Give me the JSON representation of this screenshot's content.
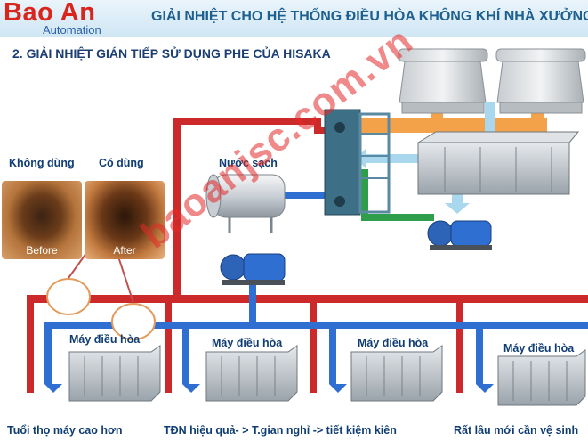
{
  "header": {
    "brand_name": "Bao An",
    "brand_sub": "Automation",
    "title": "GIẢI NHIỆT CHO HỆ THỐNG ĐIỀU HÒA KHÔNG KHÍ NHÀ XƯỞNG"
  },
  "subtitle": "2. GIẢI NHIỆT GIÁN TIẾP SỬ DỤNG PHE CỦA HISAKA",
  "comparison": {
    "without_label": "Không dùng",
    "with_label": "Có dùng",
    "before_text": "Before",
    "after_text": "After"
  },
  "clean_water_label": "Nước sạch",
  "units": [
    {
      "label": "Máy điều hòa"
    },
    {
      "label": "Máy điều hòa"
    },
    {
      "label": "Máy điều hòa"
    },
    {
      "label": "Máy điều hòa"
    }
  ],
  "captions": [
    "Tuổi thọ máy  cao hơn",
    "TĐN hiệu quả- > T.gian nghỉ  -> tiết kiệm kiên",
    "Rất lâu mới cần vệ sinh"
  ],
  "watermark": "baoanjsc.com.vn",
  "colors": {
    "pipe_red": "#cc2a2a",
    "pipe_blue": "#2f6fd1",
    "arrow_orange": "#f4a24a",
    "arrow_lightblue": "#a9d8ee",
    "brand_red": "#d9261c",
    "title_blue": "#1d5f8e"
  }
}
